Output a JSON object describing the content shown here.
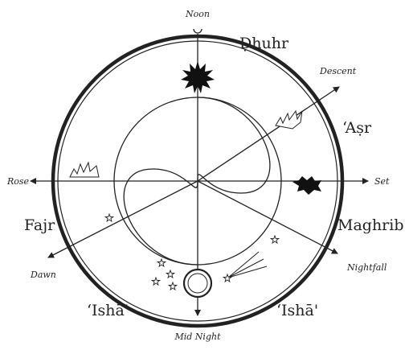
{
  "directions": {
    "noon": "Noon",
    "descent": "Descent",
    "rose": "Rose",
    "set": "Set",
    "dawn": "Dawn",
    "nightfall": "Nightfall",
    "midnight": "Mid Night"
  },
  "prayers": {
    "dhuhr": "Ḍhuhr",
    "asr": "ʻAṣr",
    "fajr": "Fajr",
    "maghrib": "Maghrib",
    "isha_left": "ʻIshā'",
    "isha_right": "ʻIshā'"
  },
  "colors": {
    "ink": "#222222",
    "paper": "#ffffff"
  }
}
